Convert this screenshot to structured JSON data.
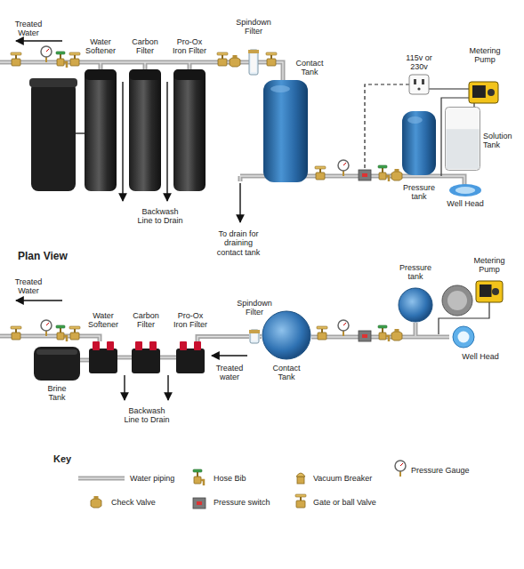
{
  "diagram": {
    "nodes": [
      {
        "text": [
          "Water Softener"
        ]
      },
      {
        "text": [
          "Carbon Filter"
        ]
      },
      {
        "text": [
          "Pro-Ox Iron Filter"
        ]
      },
      {
        "text": [
          "Spindown Filter"
        ]
      },
      {
        "text": [
          "Contact Tank"
        ]
      },
      {
        "text": [
          "Metering Pump"
        ]
      },
      {
        "text": [
          "Pressure tank"
        ]
      },
      {
        "text": [
          "Solution Tank"
        ]
      },
      {
        "text": [
          "Well Head"
        ]
      },
      {
        "text": [
          "Water Softener"
        ]
      },
      {
        "text": [
          "Carbon Filter"
        ]
      },
      {
        "text": [
          "Pro-Ox Iron Filter"
        ]
      },
      {
        "text": [
          "Spindown Filter"
        ]
      },
      {
        "text": [
          "Contact Tank"
        ]
      },
      {
        "text": [
          "Pressure tank"
        ]
      },
      {
        "text": [
          "Metering Pump"
        ]
      },
      {
        "text": [
          "Well Head"
        ]
      },
      {
        "text": [
          "Brine Tank"
        ]
      }
    ],
    "edges": [
      {
        "from": 16,
        "to": 13,
        "arrow": "none"
      },
      {
        "from": 13,
        "to": 12,
        "arrow": "none"
      },
      {
        "from": 12,
        "to": 11,
        "arrow": "none"
      },
      {
        "from": 11,
        "to": 10,
        "arrow": "none"
      },
      {
        "from": 10,
        "to": 9,
        "arrow": "none"
      },
      {
        "from": 9,
        "to": 17,
        "arrow": "none"
      }
    ],
    "labels": [
      "Treated Water",
      "115v or 230v",
      "Backwash Line to Drain",
      "To drain for draining contact tank",
      "Plan View",
      "Treated Water",
      "Treated water",
      "Backwash Line to Drain",
      "Key"
    ],
    "legend": [
      {
        "text": "Water piping"
      },
      {
        "text": "Hose Bib"
      },
      {
        "text": "Vacuum Breaker"
      },
      {
        "text": "Pressure Gauge"
      },
      {
        "text": "Check Valve"
      },
      {
        "text": "Pressure switch"
      },
      {
        "text": "Gate or ball Valve"
      }
    ]
  }
}
